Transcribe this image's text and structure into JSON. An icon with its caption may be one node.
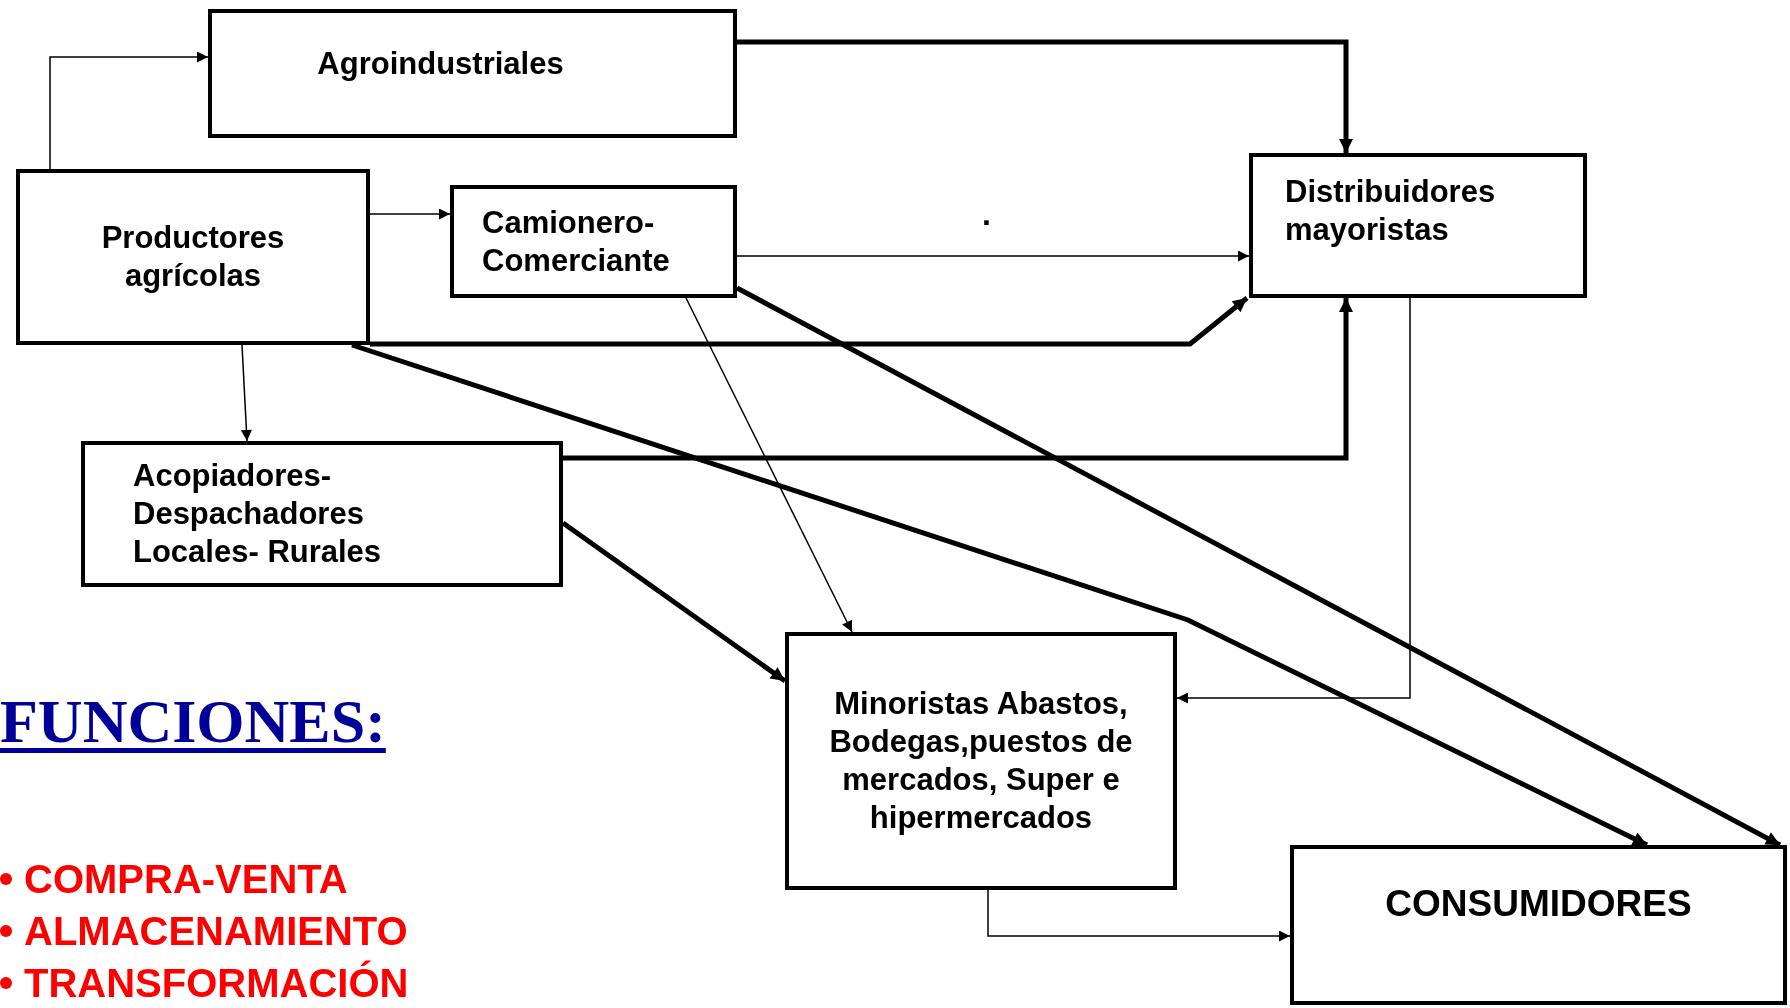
{
  "diagram": {
    "nodes": [
      {
        "text": [
          "Agroindustriales"
        ]
      },
      {
        "text": [
          "Productores agrícolas"
        ]
      },
      {
        "text": [
          "Camionero- Comerciante"
        ]
      },
      {
        "text": [
          "Distribuidores mayoristas"
        ]
      },
      {
        "text": [
          "Acopiadores- Despachadores Locales- Rurales"
        ]
      },
      {
        "text": [
          "Minoristas Abastos, Bodegas,puestos de mercados, Super e hipermercados"
        ]
      },
      {
        "text": [
          "CONSUMIDORES"
        ]
      }
    ],
    "edges": [
      {
        "from": 1,
        "to": 0,
        "arrow": "to"
      },
      {
        "from": 0,
        "to": 3,
        "arrow": "to",
        "style": "thick"
      },
      {
        "from": 1,
        "to": 2,
        "arrow": "to"
      },
      {
        "from": 2,
        "to": 3,
        "arrow": "to"
      },
      {
        "from": 1,
        "to": 3,
        "arrow": "to",
        "style": "thick"
      },
      {
        "from": 4,
        "to": 3,
        "arrow": "to",
        "style": "thick"
      },
      {
        "from": 1,
        "to": 4,
        "arrow": "to"
      },
      {
        "from": 1,
        "to": 6,
        "arrow": "to",
        "style": "thick"
      },
      {
        "from": 2,
        "to": 6,
        "arrow": "to",
        "style": "thick"
      },
      {
        "from": 2,
        "to": 5,
        "arrow": "to"
      },
      {
        "from": 4,
        "to": 5,
        "arrow": "to",
        "style": "thick"
      },
      {
        "from": 3,
        "to": 5,
        "arrow": "to"
      },
      {
        "from": 5,
        "to": 6,
        "arrow": "to"
      }
    ],
    "labels": [
      ".",
      "FUNCIONES:",
      "COMPRA-VENTA",
      "ALMACENAMIENTO",
      "TRANSFORMACIÓN"
    ]
  }
}
